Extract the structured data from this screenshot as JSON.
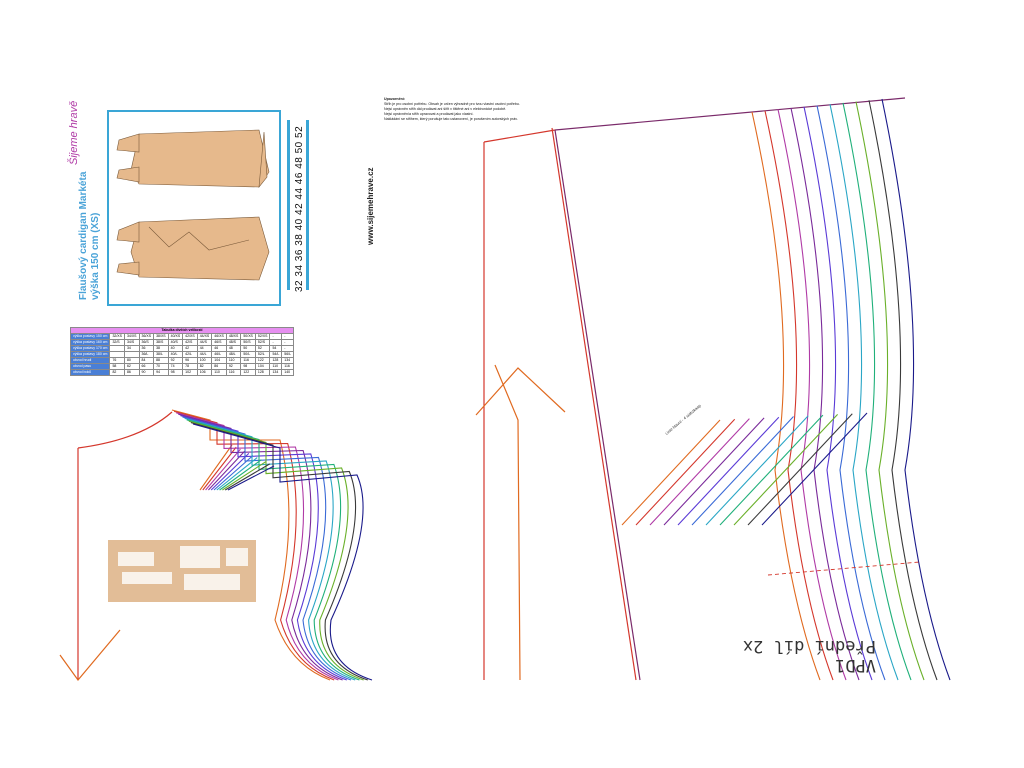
{
  "header": {
    "brand": "Šijeme hravě",
    "title_line1": "Flaušový cardigan Markéta",
    "title_line2": "výška 150 cm (XS)",
    "website": "www.sijemehrave.cz",
    "sizes": "32 34 36 38 40 42 44 46 48 50 52"
  },
  "notes": {
    "title": "Upozornění:",
    "lines": [
      "Střih je pro osobní potřebu. Obsah je určen výhradně pro tvou vlastní osobní potřebu.",
      "Nejsi oprávněn střih dál prodávat ani šířit v tištěné ani v elektronické podobě.",
      "Nejsi oprávněn/a střih upravovat a prodávat jako vlastní.",
      "Nakládání se střihem, který porušuje tato ustanovení, je porušením autorských práv."
    ]
  },
  "table": {
    "title": "Tabulka dívčích velikostí",
    "rows": [
      {
        "label": "výška postavy 150 cm",
        "values": [
          "32/XS",
          "34/XS",
          "36/XS",
          "38/XS",
          "40/XS",
          "42/XS",
          "44/XS",
          "46/XS",
          "48/XS",
          "50/XS",
          "52/XS",
          "-",
          "-"
        ]
      },
      {
        "label": "výška postavy 160 cm",
        "values": [
          "32/S",
          "34/S",
          "36/S",
          "38/S",
          "40/S",
          "42/S",
          "44/S",
          "46/S",
          "48/S",
          "50/S",
          "52/S",
          "-",
          "-"
        ]
      },
      {
        "label": "výška postavy 170 cm",
        "values": [
          "",
          "34",
          "36",
          "38",
          "40",
          "42",
          "44",
          "46",
          "48",
          "50",
          "52",
          "54",
          "-"
        ]
      },
      {
        "label": "výška postavy 180 cm",
        "values": [
          "",
          "",
          "36/L",
          "38/L",
          "40/L",
          "42/L",
          "44/L",
          "46/L",
          "48/L",
          "50/L",
          "52/L",
          "54/L",
          "56/L"
        ]
      },
      {
        "label": "obvod hrudi",
        "values": [
          "76",
          "80",
          "84",
          "88",
          "92",
          "96",
          "100",
          "104",
          "110",
          "116",
          "122",
          "128",
          "134"
        ]
      },
      {
        "label": "obvod pasu",
        "values": [
          "58",
          "62",
          "66",
          "70",
          "74",
          "78",
          "82",
          "86",
          "92",
          "98",
          "104",
          "110",
          "116"
        ]
      },
      {
        "label": "obvod boků",
        "values": [
          "82",
          "86",
          "90",
          "94",
          "98",
          "102",
          "106",
          "110",
          "116",
          "122",
          "128",
          "134",
          "140"
        ]
      }
    ]
  },
  "pattern": {
    "piece_label_line1": "VPD1",
    "piece_label_line2": "Přední díl 2x",
    "grain_label": "Linie hlavní - 4 siabzkaap"
  },
  "colors": {
    "frame": "#3aa6d6",
    "coat": "#e6b98c",
    "table_header": "#e68ff0",
    "table_rowhead": "#4a7fd6"
  }
}
